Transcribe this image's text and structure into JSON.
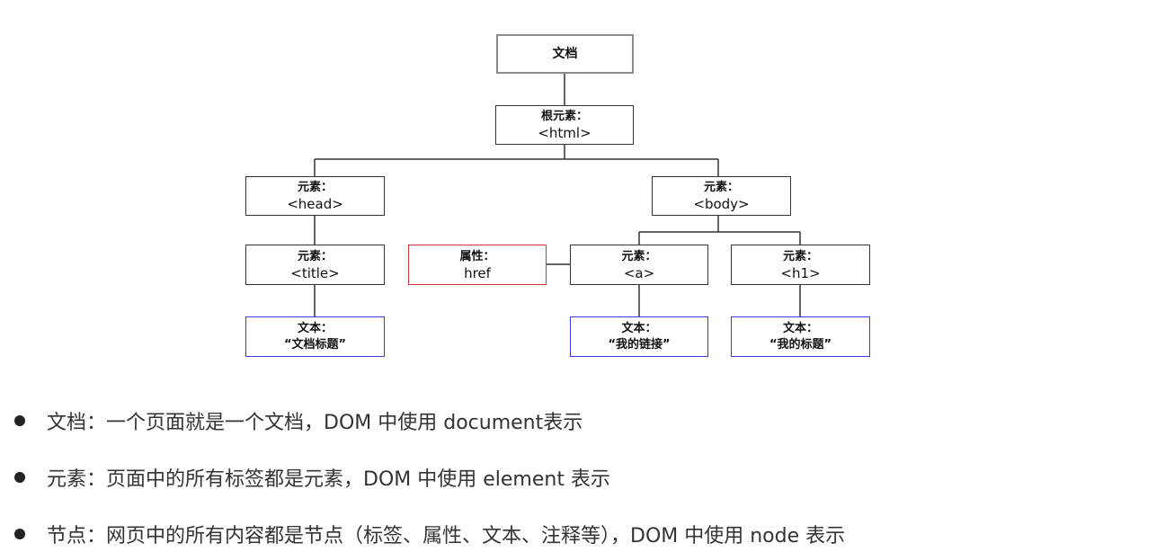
{
  "diagram": {
    "document": {
      "line1": "文档"
    },
    "root": {
      "line1": "根元素：",
      "line2": "<html>"
    },
    "head": {
      "line1": "元素：",
      "line2": "<head>"
    },
    "body": {
      "line1": "元素：",
      "line2": "<body>"
    },
    "title": {
      "line1": "元素：",
      "line2": "<title>"
    },
    "attr": {
      "line1": "属性：",
      "line2": "href"
    },
    "a": {
      "line1": "元素：",
      "line2": "<a>"
    },
    "h1": {
      "line1": "元素：",
      "line2": "<h1>"
    },
    "text_title": {
      "line1": "文本：",
      "line2": "“文档标题”"
    },
    "text_a": {
      "line1": "文本：",
      "line2": "“我的链接”"
    },
    "text_h1": {
      "line1": "文本：",
      "line2": "“我的标题”"
    },
    "colors": {
      "document_border": "#8a8a8a",
      "element_border": "#333333",
      "attribute_border": "#d9333a",
      "text_border": "#3a3ae0"
    }
  },
  "bullets": [
    "文档：一个页面就是一个文档，DOM 中使用 document表示",
    "元素：页面中的所有标签都是元素，DOM 中使用 element 表示",
    "节点：网页中的所有内容都是节点（标签、属性、文本、注释等），DOM 中使用 node 表示"
  ]
}
